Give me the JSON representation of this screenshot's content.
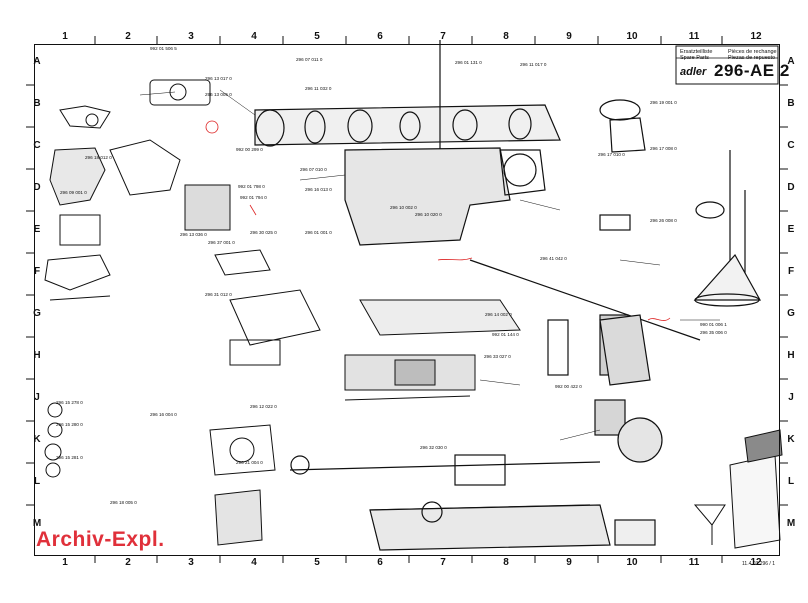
{
  "grid": {
    "columns": [
      "1",
      "2",
      "3",
      "4",
      "5",
      "6",
      "7",
      "8",
      "9",
      "10",
      "11",
      "12"
    ],
    "rows": [
      "A",
      "B",
      "C",
      "D",
      "E",
      "F",
      "G",
      "H",
      "J",
      "K",
      "L",
      "M"
    ]
  },
  "title_block": {
    "lines_de": "Ersatzteilliste",
    "lines_en": "Spare Parts",
    "lines_fr": "Pièces de rechange",
    "lines_es": "Piezas de repuesto",
    "brand": "adler",
    "model": "296-AE 2"
  },
  "stamp": "Archiv-Expl.",
  "footer": "11.4.03 296 / 1",
  "part_numbers": [
    "992 01 506 5",
    "296 07 011 0",
    "296 13 017 0",
    "296 13 005 0",
    "296 11 032 0",
    "296 01 131 0",
    "992 01 798 0",
    "296 09 001 0",
    "296 16 013 0",
    "296 11 017 0",
    "992 00 299 0",
    "296 07 010 0",
    "296 19 001 0",
    "296 10 002 0",
    "296 30 025 0",
    "296 31 012 0",
    "992 01 794 0",
    "296 14 002 0",
    "296 15 280 0",
    "296 18 012 0",
    "296 41 042 0",
    "296 16 004 0",
    "296 37 001 0",
    "296 21 004 0",
    "296 13 036 0",
    "296 15 281 0",
    "296 15 278 0",
    "296 18 005 0",
    "296 12 022 0",
    "992 01 144 0",
    "990 01 006 1",
    "296 26 008 0",
    "296 33 027 0",
    "296 17 010 0",
    "296 17 008 0",
    "296 10 020 0",
    "296 32 030 0",
    "296 35 006 0",
    "992 00 422 0",
    "296 01 001 0"
  ]
}
